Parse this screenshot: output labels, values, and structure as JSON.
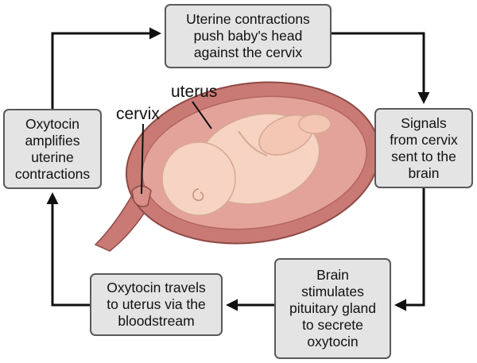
{
  "colors": {
    "box_fill": "#e4e4e4",
    "box_border": "#5a5a5a",
    "arrow": "#111111",
    "uterus_wall": "#c97a74",
    "uterus_inner": "#e3a39b",
    "baby_skin": "#f6d3c2"
  },
  "cycle_steps": [
    "Uterine contractions\npush baby's head\nagainst the cervix",
    "Signals\nfrom cervix\nsent to the\nbrain",
    "Brain\nstimulates\npituitary gland\nto secrete\noxytocin",
    "Oxytocin travels\nto uterus via the\nbloodstream",
    "Oxytocin\namplifies\nuterine\ncontractions"
  ],
  "illustration": {
    "uterus_label": "uterus",
    "cervix_label": "cervix"
  },
  "arrows": [
    {
      "from": "cycle_steps.4",
      "to": "cycle_steps.0"
    },
    {
      "from": "cycle_steps.0",
      "to": "cycle_steps.1"
    },
    {
      "from": "cycle_steps.1",
      "to": "cycle_steps.2"
    },
    {
      "from": "cycle_steps.2",
      "to": "cycle_steps.3"
    },
    {
      "from": "cycle_steps.3",
      "to": "cycle_steps.4"
    }
  ]
}
